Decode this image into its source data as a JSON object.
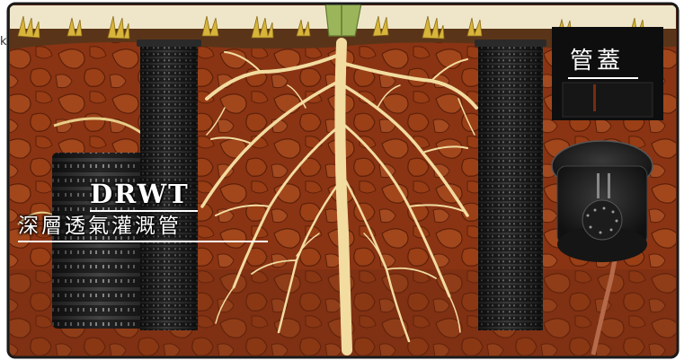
{
  "scene": {
    "corner_mark": "k",
    "product_title": "DRWT",
    "product_subtitle": "深層透氣灌溉管",
    "cap_label": "管蓋"
  },
  "colors": {
    "soil": "#8a3414",
    "topsoil": "#5a3418",
    "pipe": "#1c1c1c",
    "root": "#f2dca0",
    "frame": "#1a1a1a"
  }
}
